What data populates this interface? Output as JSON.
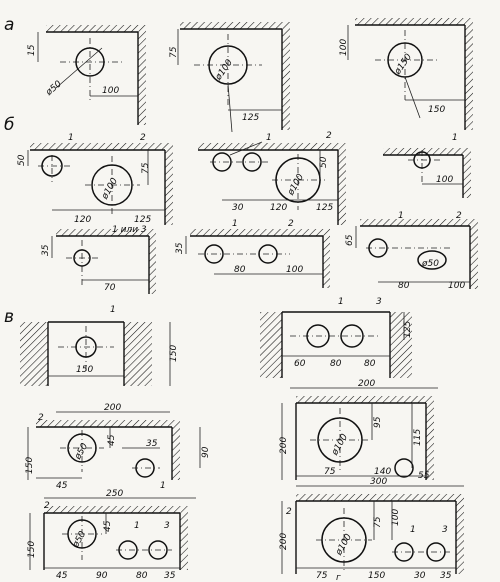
{
  "labels": {
    "section_a": "а",
    "section_b": "б",
    "section_v": "в",
    "bottom": "г"
  },
  "row_a": {
    "p1": {
      "d": "ø50",
      "h": "15",
      "w": "100"
    },
    "p2": {
      "d": "ø100",
      "h": "75",
      "w": "125"
    },
    "p3": {
      "d": "ø150",
      "h": "100",
      "w": "150"
    }
  },
  "row_b1": {
    "p1": {
      "d": "ø100",
      "h1": "50",
      "h2": "75",
      "w1": "120",
      "w2": "125",
      "n1": "1",
      "n2": "2"
    },
    "p2": {
      "d": "ø100",
      "h": "50",
      "w1": "30",
      "w2": "120",
      "w3": "125",
      "n1": "1",
      "n2": "2"
    },
    "p3": {
      "w": "100",
      "n": "1"
    }
  },
  "row_b2": {
    "p1": {
      "h": "35",
      "w": "70",
      "note": "1 или 3"
    },
    "p2": {
      "h": "35",
      "w1": "80",
      "w2": "100",
      "n1": "1",
      "n2": "2"
    },
    "p3": {
      "d": "ø50",
      "h": "65",
      "w1": "80",
      "w2": "100",
      "n1": "1",
      "n2": "2"
    }
  },
  "row_v1": {
    "p1": {
      "h": "150",
      "w": "150",
      "n": "1"
    },
    "p2": {
      "w1": "60",
      "w2": "80",
      "w3": "80",
      "h": "125",
      "n1": "1",
      "n2": "3"
    }
  },
  "row_v2": {
    "p1": {
      "top": "200",
      "d": "ø50",
      "h1": "45",
      "w1": "35",
      "h2": "150",
      "h3": "90",
      "w2": "45",
      "n1": "2",
      "n2": "1"
    },
    "p2": {
      "top": "200",
      "d": "ø100",
      "h1": "95",
      "h2": "200",
      "h3": "115",
      "w1": "75",
      "w2": "140",
      "w3": "55"
    }
  },
  "row_v3": {
    "p1": {
      "top": "250",
      "d": "ø50",
      "h1": "45",
      "h2": "150",
      "w1": "45",
      "w2": "90",
      "w3": "80",
      "w4": "35",
      "n1": "2",
      "n2": "1",
      "n3": "3"
    },
    "p2": {
      "top": "300",
      "d": "ø100",
      "h1": "75",
      "h2": "200",
      "h3": "100",
      "w1": "75",
      "w2": "150",
      "w3": "30",
      "w4": "35",
      "n1": "2",
      "n2": "1",
      "n3": "3"
    }
  }
}
